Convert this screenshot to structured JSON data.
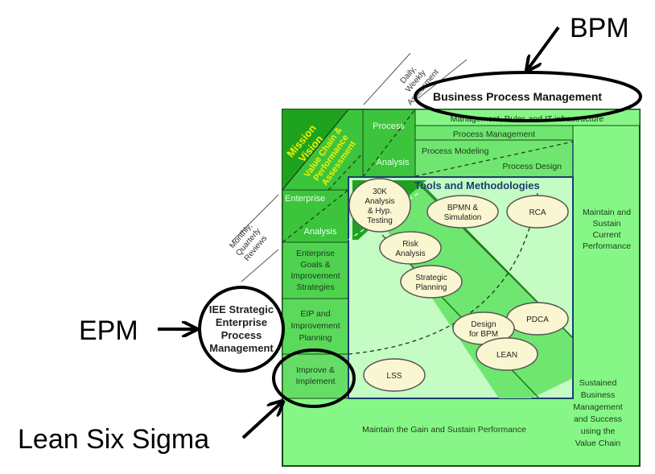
{
  "callouts": {
    "bpm": "BPM",
    "epm": "EPM",
    "lss": "Lean Six Sigma"
  },
  "circled_labels": {
    "bpm_title": "Business Process Management",
    "iee": [
      "IEE Strategic",
      "Enterprise",
      "Process",
      "Management"
    ]
  },
  "diagonal_labels": {
    "daily": [
      "Daily,",
      "Weekly",
      "Assessment"
    ],
    "monthly": [
      "Monthly,",
      "Quarterly",
      "Reviews"
    ]
  },
  "left_column": {
    "mission": [
      "Mission",
      "Vision"
    ],
    "value_chain": [
      "Value Chain &",
      "Performance",
      "Assessment"
    ],
    "enterprise_top": "Enterprise",
    "enterprise_bottom": "Analysis",
    "goals": [
      "Enterprise",
      "Goals &",
      "Improvement",
      "Strategies"
    ],
    "eip": [
      "EIP and",
      "Improvement",
      "Planning"
    ],
    "improve": [
      "Improve &",
      "Implement"
    ]
  },
  "process_column": {
    "top": "Process",
    "bottom": "Analysis"
  },
  "top_bands": {
    "mgmt_rules": "Management, Rules and IT infrastructure",
    "process_mgmt": "Process Management",
    "process_modeling": "Process Modeling",
    "process_design": "Process Design"
  },
  "tools": {
    "title": "Tools and Methodologies",
    "items": [
      {
        "id": "30k",
        "lines": [
          "30K",
          "Analysis",
          "& Hyp.",
          "Testing"
        ]
      },
      {
        "id": "bpmn",
        "lines": [
          "BPMN &",
          "Simulation"
        ]
      },
      {
        "id": "rca",
        "lines": [
          "RCA"
        ]
      },
      {
        "id": "risk",
        "lines": [
          "Risk",
          "Analysis"
        ]
      },
      {
        "id": "strategic",
        "lines": [
          "Strategic",
          "Planning"
        ]
      },
      {
        "id": "pdca",
        "lines": [
          "PDCA"
        ]
      },
      {
        "id": "design",
        "lines": [
          "Design",
          "for BPM"
        ]
      },
      {
        "id": "lean",
        "lines": [
          "LEAN"
        ]
      },
      {
        "id": "lss",
        "lines": [
          "LSS"
        ]
      }
    ]
  },
  "right_column": {
    "maintain": [
      "Maintain and",
      "Sustain",
      "Current",
      "Performance"
    ],
    "sustained": [
      "Sustained",
      "Business",
      "Management",
      "and Success",
      "using the",
      "Value Chain"
    ]
  },
  "bottom": {
    "maintain_gain": "Maintain the Gain and Sustain Performance"
  },
  "colors": {
    "dark_green": "#1fa31f",
    "mid_green": "#3cc43c",
    "light_green": "#86f786",
    "pale_green": "#c4fcc4",
    "ellipse_fill": "#fbf6d2",
    "navy": "#1b3d6e",
    "yellow": "#f0f000"
  }
}
